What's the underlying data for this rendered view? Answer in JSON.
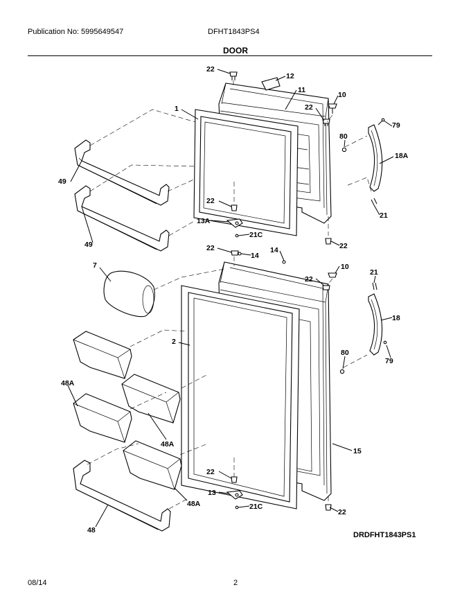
{
  "header": {
    "publication": "Publication No: 5995649547",
    "model": "DFHT1843PS4"
  },
  "section_title": "DOOR",
  "drawing_code": "DRDFHT1843PS1",
  "footer": {
    "date": "08/14",
    "page": "2"
  },
  "callouts": {
    "p22a": "22",
    "p12": "12",
    "p11": "11",
    "p10a": "10",
    "p22b": "22",
    "p1": "1",
    "p80a": "80",
    "p79a": "79",
    "p18a": "18A",
    "p49a": "49",
    "p22c": "22",
    "p21a": "21",
    "p13a": "13A",
    "p21ca": "21C",
    "p22d": "22",
    "p49b": "49",
    "p22e": "22",
    "p14a": "14",
    "p14b": "14",
    "p7": "7",
    "p10b": "10",
    "p22f": "22",
    "p21b": "21",
    "p2": "2",
    "p18": "18",
    "p80b": "80",
    "p79b": "79",
    "p48aa": "48A",
    "p48ab": "48A",
    "p15": "15",
    "p22g": "22",
    "p13": "13",
    "p48ac": "48A",
    "p21cb": "21C",
    "p22h": "22",
    "p48": "48"
  }
}
